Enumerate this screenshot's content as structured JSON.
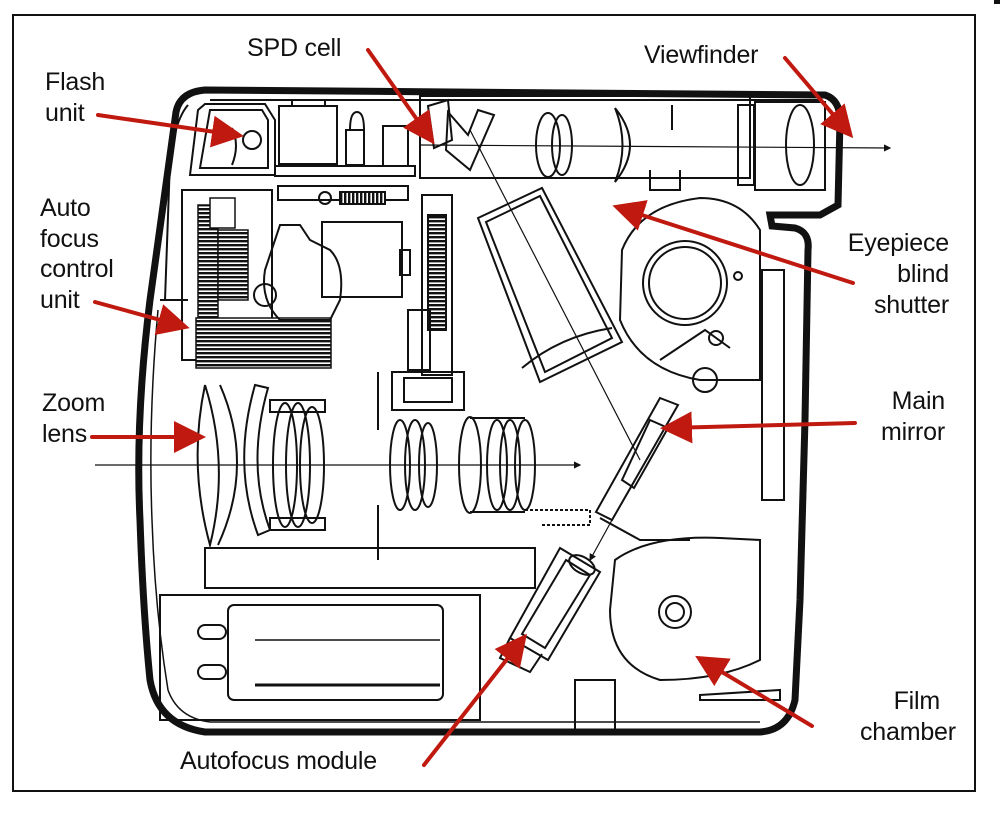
{
  "figure": {
    "subject": "Autofocus zoom-lens SLR camera cutaway",
    "accent_color": "#c0190f",
    "line_color": "#111111"
  },
  "labels": {
    "flash_unit": "Flash\nunit",
    "spd_cell": "SPD cell",
    "viewfinder": "Viewfinder",
    "autofocus_control_unit": "Auto\nfocus\ncontrol\nunit",
    "eyepiece_blind_shutter": "Eyepiece\nblind\nshutter",
    "zoom_lens": "Zoom\nlens",
    "main_mirror": "Main\nmirror",
    "film_chamber": "Film\nchamber",
    "autofocus_module": "Autofocus module"
  }
}
